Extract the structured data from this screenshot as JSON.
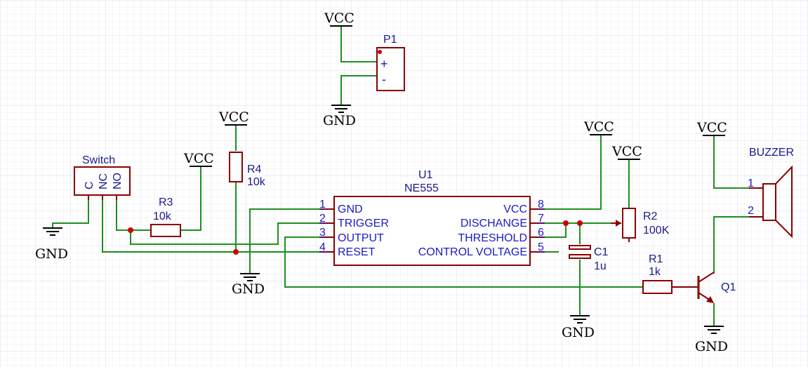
{
  "colors": {
    "wire": "#1f8f1f",
    "component": "#8b0000",
    "pin_text": "#1a1ac8",
    "label_text": "#1a1a8c",
    "power_text": "#000000",
    "grid": "#dcdce8",
    "junction": "#cc0000"
  },
  "power": {
    "vcc": "VCC",
    "gnd": "GND"
  },
  "p1": {
    "ref": "P1",
    "plus": "+",
    "minus": "-"
  },
  "switch": {
    "ref": "Switch",
    "pin_c": "C",
    "pin_nc": "NC",
    "pin_no": "NO"
  },
  "r3": {
    "ref": "R3",
    "value": "10k"
  },
  "r4": {
    "ref": "R4",
    "value": "10k"
  },
  "u1": {
    "ref": "U1",
    "part": "NE555",
    "left_pins": [
      {
        "num": "1",
        "name": "GND"
      },
      {
        "num": "2",
        "name": "TRIGGER"
      },
      {
        "num": "3",
        "name": "OUTPUT"
      },
      {
        "num": "4",
        "name": "RESET"
      }
    ],
    "right_pins": [
      {
        "num": "8",
        "name": "VCC"
      },
      {
        "num": "7",
        "name": "DISCHANGE"
      },
      {
        "num": "6",
        "name": "THRESHOLD"
      },
      {
        "num": "5",
        "name": "CONTROL VOLTAGE"
      }
    ]
  },
  "r2": {
    "ref": "R2",
    "value": "100K"
  },
  "c1": {
    "ref": "C1",
    "value": "1u"
  },
  "r1": {
    "ref": "R1",
    "value": "1k"
  },
  "q1": {
    "ref": "Q1"
  },
  "buzzer": {
    "ref": "BUZZER",
    "pin1": "1",
    "pin2": "2"
  }
}
